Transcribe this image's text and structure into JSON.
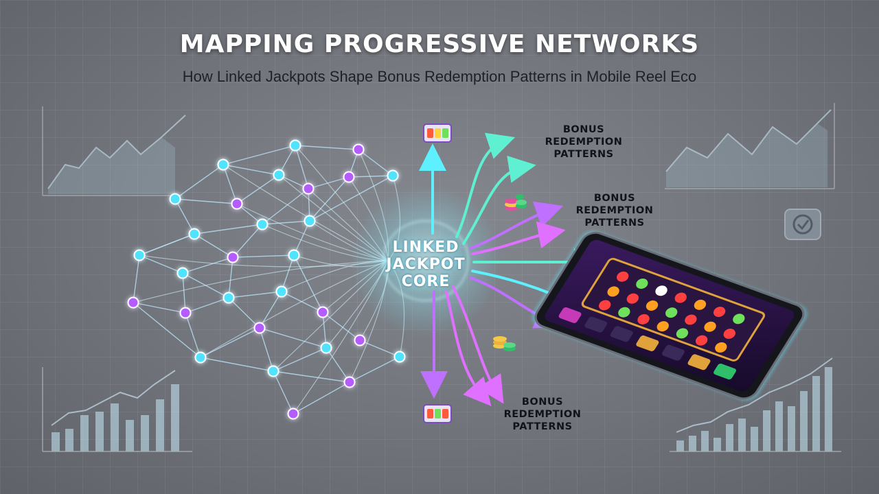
{
  "header": {
    "title": "MAPPING PROGRESSIVE NETWORKS",
    "subtitle": "How Linked Jackpots Shape Bonus Redemption Patterns in Mobile Reel Eco"
  },
  "core": {
    "line1": "LINKED",
    "line2": "JACKPOT",
    "line3": "CORE"
  },
  "labels": [
    {
      "line1": "BONUS",
      "line2": "REDEMPTION",
      "line3": "PATTERNS"
    },
    {
      "line1": "BONUS",
      "line2": "REDEMPTION",
      "line3": "PATTERNS"
    },
    {
      "line1": "BONUS",
      "line2": "REDEMPTION",
      "line3": "PATTERNS"
    }
  ],
  "icons": {
    "reel_slot": "slot-machine-icon",
    "chips": "casino-chips-icon",
    "check": "checkmark-icon",
    "phone": "smartphone-icon"
  },
  "colors": {
    "cyan": "#4fe3ff",
    "purple": "#b45cff",
    "teal": "#5ef0d0",
    "magenta": "#e070ff",
    "background": "#74777e"
  }
}
